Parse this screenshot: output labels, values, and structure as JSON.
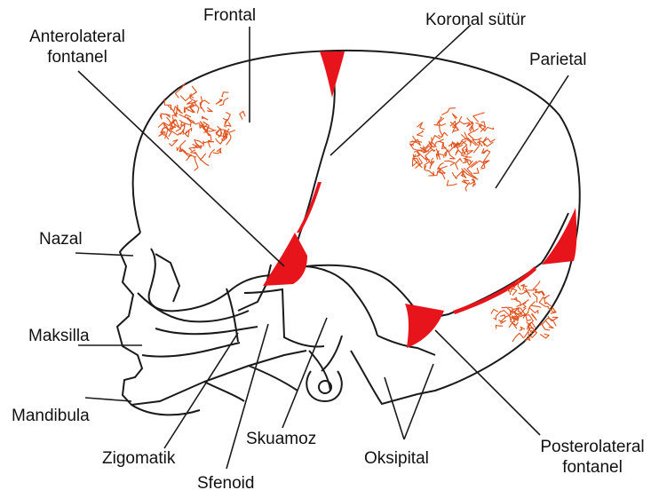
{
  "colors": {
    "outline": "#1a1a1a",
    "fontanelle": "#e8141b",
    "ossification": "#e0521d",
    "background": "#ffffff"
  },
  "labels": {
    "frontal": "Frontal",
    "koronal": "Koronal sütür",
    "anterolateral_line1": "Anterolateral",
    "anterolateral_line2": "fontanel",
    "parietal": "Parietal",
    "nazal": "Nazal",
    "maksilla": "Maksilla",
    "mandibula": "Mandibula",
    "zigomatik": "Zigomatik",
    "sfenoid": "Sfenoid",
    "skuamoz": "Skuamoz",
    "oksipital": "Oksipital",
    "posterolateral_line1": "Posterolateral",
    "posterolateral_line2": "fontanel"
  }
}
